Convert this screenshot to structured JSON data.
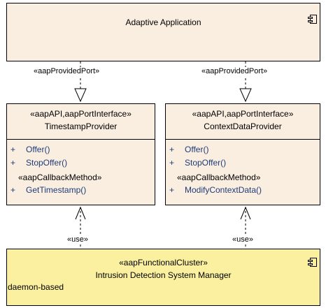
{
  "application": {
    "title": "Adaptive Application",
    "icon": "component-icon"
  },
  "ports": [
    {
      "stereotype": "«aapProvidedPort»"
    },
    {
      "stereotype": "«aapProvidedPort»"
    }
  ],
  "interfaces": [
    {
      "stereotype": "«aapAPI,aapPortInterface»",
      "name": "TimestampProvider",
      "ops": [
        {
          "vis": "+",
          "name": "Offer()"
        },
        {
          "vis": "+",
          "name": "StopOffer()"
        }
      ],
      "callback_stereotype": "«aapCallbackMethod»",
      "callback": {
        "vis": "+",
        "name": "GetTimestamp()"
      }
    },
    {
      "stereotype": "«aapAPI,aapPortInterface»",
      "name": "ContextDataProvider",
      "ops": [
        {
          "vis": "+",
          "name": "Offer()"
        },
        {
          "vis": "+",
          "name": "StopOffer()"
        }
      ],
      "callback_stereotype": "«aapCallbackMethod»",
      "callback": {
        "vis": "+",
        "name": "ModifyContextData()"
      }
    }
  ],
  "uses": [
    {
      "label": "«use»"
    },
    {
      "label": "«use»"
    }
  ],
  "cluster": {
    "stereotype": "«aapFunctionalCluster»",
    "name": "Intrusion Detection System Manager",
    "property": "daemon-based",
    "icon": "component-icon"
  }
}
